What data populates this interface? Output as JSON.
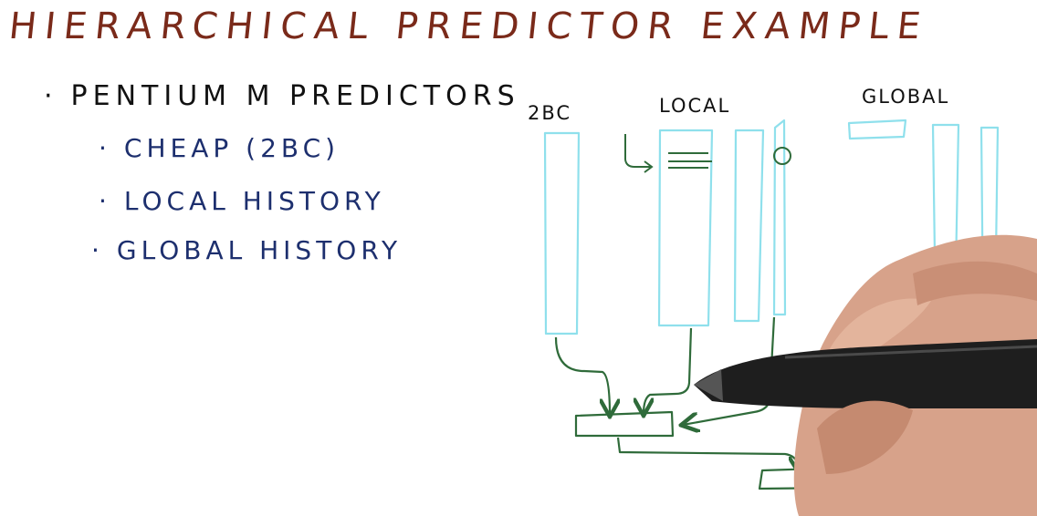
{
  "title": "HIERARCHICAL PREDICTOR EXAMPLE",
  "bullets": {
    "main": "PENTIUM M PREDICTORS",
    "sub": [
      "CHEAP (2BC)",
      "LOCAL HISTORY",
      "GLOBAL HISTORY"
    ]
  },
  "diagram": {
    "labels": {
      "twobc": "2BC",
      "local": "LOCAL",
      "global": "GLOBAL"
    },
    "colors": {
      "table": "#8fe0ec",
      "wire": "#2f6b3a",
      "title": "#7a2a1a",
      "bullet": "#1d2f6e"
    }
  }
}
